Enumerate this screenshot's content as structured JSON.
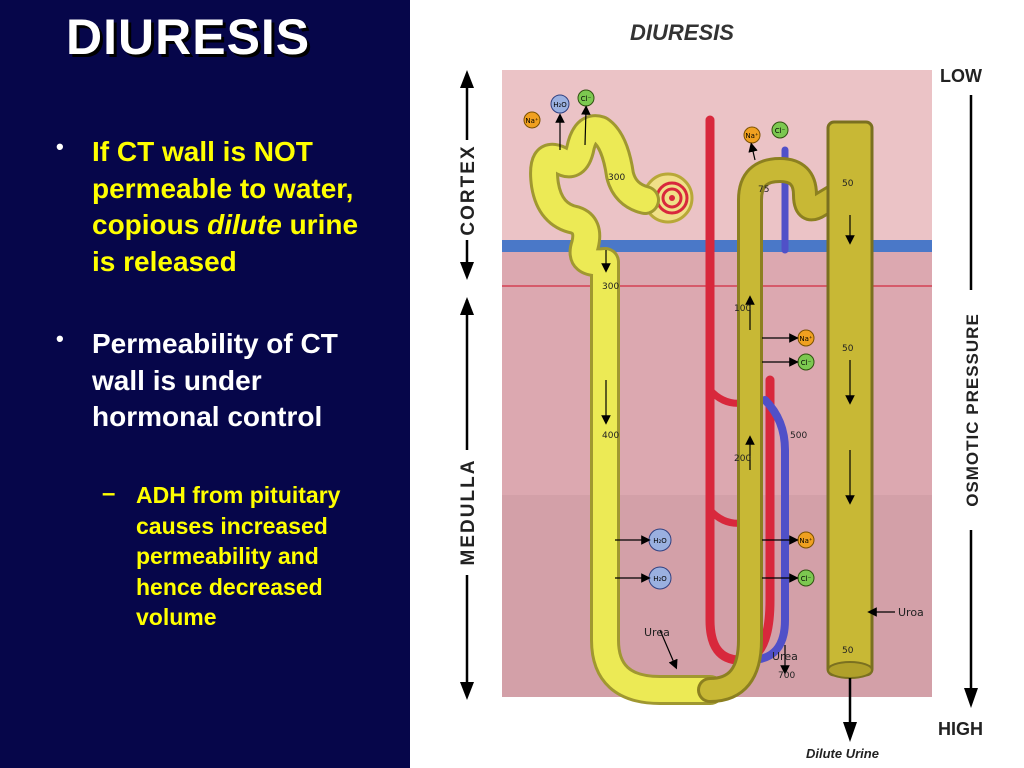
{
  "slide": {
    "title": "DIURESIS",
    "bullets": [
      {
        "parts": [
          {
            "text": "If CT wall is NOT permeable to water, copious ",
            "italic": false
          },
          {
            "text": "dilute",
            "italic": true
          },
          {
            "text": " urine is released",
            "italic": false
          }
        ]
      },
      {
        "text": "Permeability of CT wall is under hormonal control"
      }
    ],
    "sub_bullet": "ADH from pituitary causes increased permeability and hence decreased volume"
  },
  "diagram": {
    "title": "DIURESIS",
    "region_cortex": "CORTEX",
    "region_medulla": "MEDULLA",
    "low": "LOW",
    "high": "HIGH",
    "osmotic_pressure": "OSMOTIC PRESSURE",
    "dilute_urine": "Dilute Urine",
    "values": {
      "v300a": "300",
      "v300b": "300",
      "v400": "400",
      "v100": "100",
      "v200": "200",
      "v75": "75",
      "v50a": "50",
      "v50b": "50",
      "v50c": "50",
      "v500": "500",
      "v700": "700"
    },
    "urea_1": "Urea",
    "urea_2": "Urea",
    "urea_3": "Uroa",
    "ions": {
      "na": "Na⁺",
      "cl": "Cl⁻",
      "h2o": "H₂O"
    }
  },
  "colors": {
    "slide_bg": "#06064a",
    "bullet_yellow": "#ffff00",
    "tubule_yellow": "#ecea55",
    "collecting_duct": "#c8b835",
    "artery_red": "#d8283c",
    "vein_blue": "#5050c8",
    "cortex_bg": "#ebc3c6",
    "medulla_bg": "#dca8b0"
  }
}
